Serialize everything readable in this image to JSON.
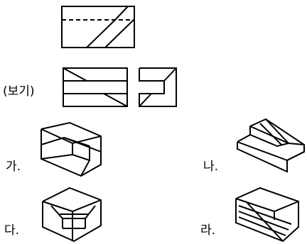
{
  "labels": {
    "example": "(보기)",
    "option_ga": "가.",
    "option_na": "나.",
    "option_da": "다.",
    "option_ra": "라."
  }
}
